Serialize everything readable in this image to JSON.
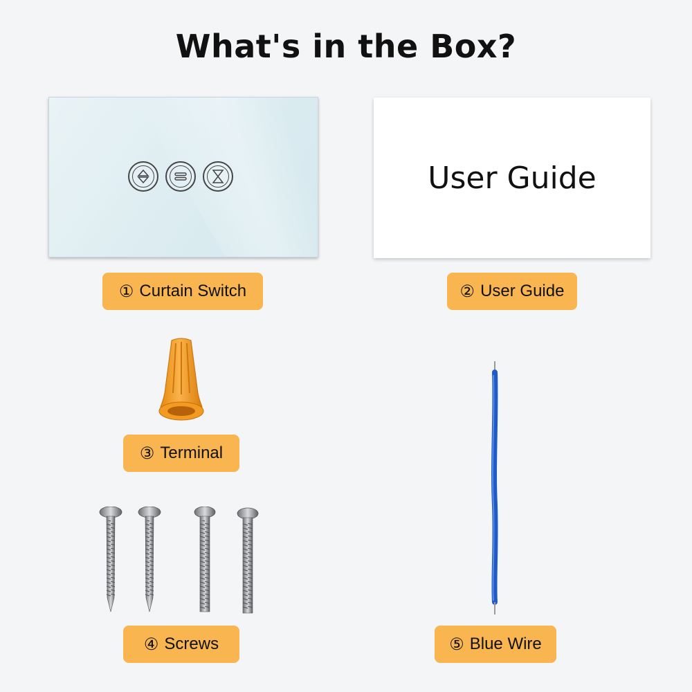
{
  "title": "What's in the Box?",
  "items": [
    {
      "num": "①",
      "label": "Curtain Switch"
    },
    {
      "num": "②",
      "label": "User Guide"
    },
    {
      "num": "③",
      "label": "Terminal"
    },
    {
      "num": "④",
      "label": "Screws"
    },
    {
      "num": "⑤",
      "label": "Blue Wire"
    }
  ],
  "guide_card_text": "User Guide",
  "colors": {
    "label_bg": "#f8b550",
    "background": "#f4f5f7",
    "wire": "#1f5bc8",
    "terminal": "#f39a1f"
  },
  "icons": [
    "up-down-arrow-icon",
    "pause-icon",
    "hourglass-icon"
  ]
}
